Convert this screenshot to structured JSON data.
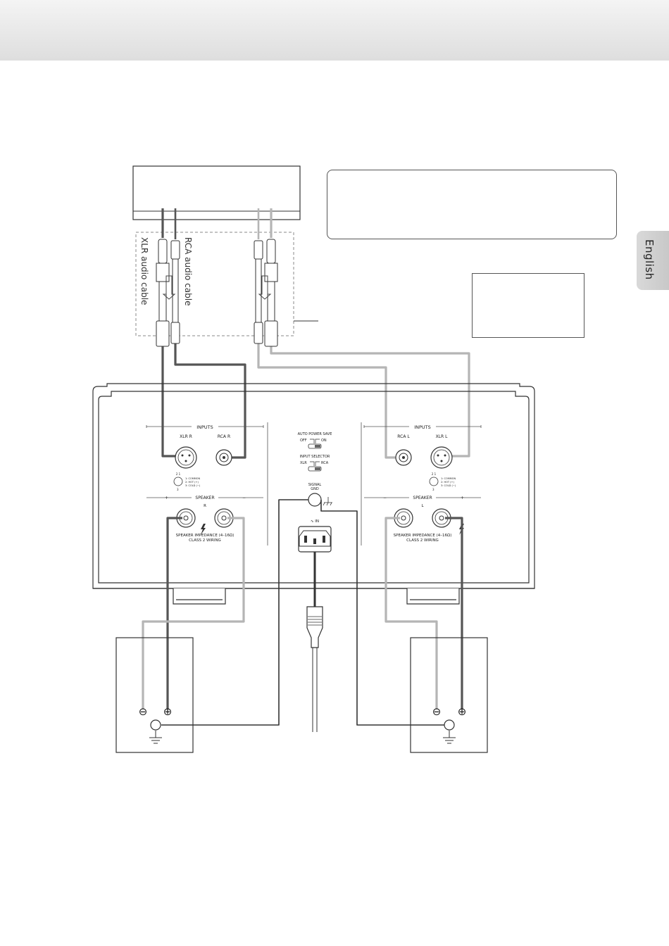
{
  "header": {
    "band_color": "#e6e6e6"
  },
  "language_tab": {
    "label": "English"
  },
  "cables": {
    "xlr_label": "XLR audio cable",
    "rca_label": "RCA audio cable"
  },
  "amplifier": {
    "left_channel": {
      "inputs_label": "INPUTS",
      "xlr_label": "XLR R",
      "rca_label": "RCA R",
      "pin_lines": [
        "1: COMMON",
        "2: HOT (+)",
        "3: COLD (−)"
      ],
      "speaker_label": "SPEAKER",
      "channel_letter": "R",
      "impedance_line1": "SPEAKER IMPEDANCE (4–16Ω)",
      "impedance_line2": "CLASS 2 WIRING"
    },
    "right_channel": {
      "inputs_label": "INPUTS",
      "rca_label": "RCA L",
      "xlr_label": "XLR L",
      "pin_lines": [
        "1: COMMON",
        "2: HOT (+)",
        "3: COLD (−)"
      ],
      "speaker_label": "SPEAKER",
      "channel_letter": "L",
      "impedance_line1": "SPEAKER IMPEDANCE (4–16Ω)",
      "impedance_line2": "CLASS 2 WIRING"
    },
    "center": {
      "auto_power_save": "AUTO POWER SAVE",
      "off": "OFF",
      "on": "ON",
      "input_selector": "INPUT SELECTOR",
      "xlr": "XLR",
      "rca": "RCA",
      "signal_gnd_1": "SIGNAL",
      "signal_gnd_2": "GND",
      "ac_in": "∿ IN"
    }
  },
  "pin_numbers": {
    "top": "2  1",
    "bottom": "3"
  },
  "terminals": {
    "minus": "⊖",
    "plus": "⊕"
  },
  "colors": {
    "dark_cable": "#555555",
    "light_cable": "#b5b5b5",
    "line": "#333333"
  }
}
